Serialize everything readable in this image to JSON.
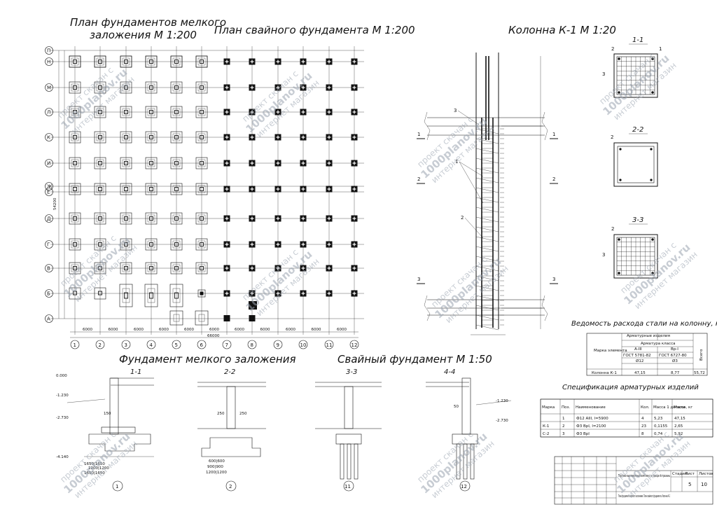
{
  "titles": {
    "shallow_plan_line1": "План фундаментов мелкого",
    "shallow_plan_line2": "заложения М 1:200",
    "pile_plan": "План свайного фундамента М 1:200",
    "column": "Колонна К-1 М 1:20",
    "shallow_foundation": "Фундамент мелкого заложения",
    "pile_foundation": "Свайный фундамент М 1:50",
    "steel_statement": "Ведомость расхода стали на колонну, кг",
    "rebar_spec": "Спецификация арматурных изделий"
  },
  "plan": {
    "axis_numbers": [
      "1",
      "2",
      "3",
      "4",
      "5",
      "6",
      "7",
      "8",
      "9",
      "10",
      "11",
      "12"
    ],
    "axis_letters": [
      "П",
      "Н",
      "М",
      "Л",
      "К",
      "И",
      "Ж",
      "Е",
      "Д",
      "Г",
      "В",
      "Б",
      "А"
    ],
    "bay_dims": [
      "6000",
      "6000",
      "6000",
      "6000",
      "6000",
      "6000",
      "6000",
      "6000",
      "6000",
      "6000",
      "6000"
    ],
    "overall_width": "66000",
    "overall_height": "54200"
  },
  "column_sections": {
    "s1": "1-1",
    "s2": "2-2",
    "s3": "3-3"
  },
  "column_markers": {
    "m1": "1",
    "m2": "2",
    "m3": "3"
  },
  "foundation_sections": {
    "sec1": "1-1",
    "sec2": "2-2",
    "sec3": "3-3",
    "sec4": "4-4",
    "axis1": "1",
    "axis2": "2",
    "axis11": "11",
    "axis12": "12",
    "lvl_0": "0.000",
    "lvl_1230": "-1.230",
    "lvl_2730": "-2.730",
    "lvl_4140": "-4.140",
    "dim_1650": "1650|1650",
    "dim_1200": "1200|1200",
    "dim_1650b": "1650|1650",
    "dim_600": "600|600",
    "dim_900": "900|900",
    "dim_1200b": "1200|1200",
    "dim_250": "250",
    "dim_250b": "250",
    "dim_150": "150",
    "dim_50": "50"
  },
  "steel_table": {
    "h_product": "Арматурные изделия",
    "h_mark": "Марка элемента",
    "h_class": "Арматура класса",
    "h_a3": "А-III",
    "h_bp1": "Вр-I",
    "h_gost1": "ГОСТ 5781-82",
    "h_gost2": "ГОСТ 6727-80",
    "h_d12": "Ø12",
    "h_d3": "Ø3",
    "h_total": "Всего",
    "row_name": "Колонна К-1",
    "row_v1": "47,15",
    "row_v2": "8,77",
    "row_total": "55,72"
  },
  "spec_table": {
    "headers": [
      "Марка",
      "Поз.",
      "Наименование",
      "Кол.",
      "Масса 1 детали",
      "Масса, кг"
    ],
    "rows": [
      [
        "",
        "1",
        "Ф12 AIII, l=5900",
        "4",
        "5,23",
        "47,15"
      ],
      [
        "К-1",
        "2",
        "Ф3 ВрI, l=2100",
        "23",
        "0,1155",
        "2,65"
      ],
      [
        "С-2",
        "3",
        "Ф3 ВрI",
        "8",
        "0,74",
        "5,92"
      ]
    ]
  },
  "title_block": {
    "project": "Торгово-выставочный комплекс в городе Астрахань",
    "sheet_desc": "План фундамента мелкого заложения. План свайного фундамента. Колонна К-1",
    "stage_label": "Стадия",
    "sheet_label": "Лист",
    "sheets_label": "Листов",
    "sheet_no": "5",
    "sheets_total": "10"
  },
  "watermark": {
    "line1": "проект скачан с",
    "line2": "1000planov.ru",
    "line3": "интернет магазин"
  }
}
